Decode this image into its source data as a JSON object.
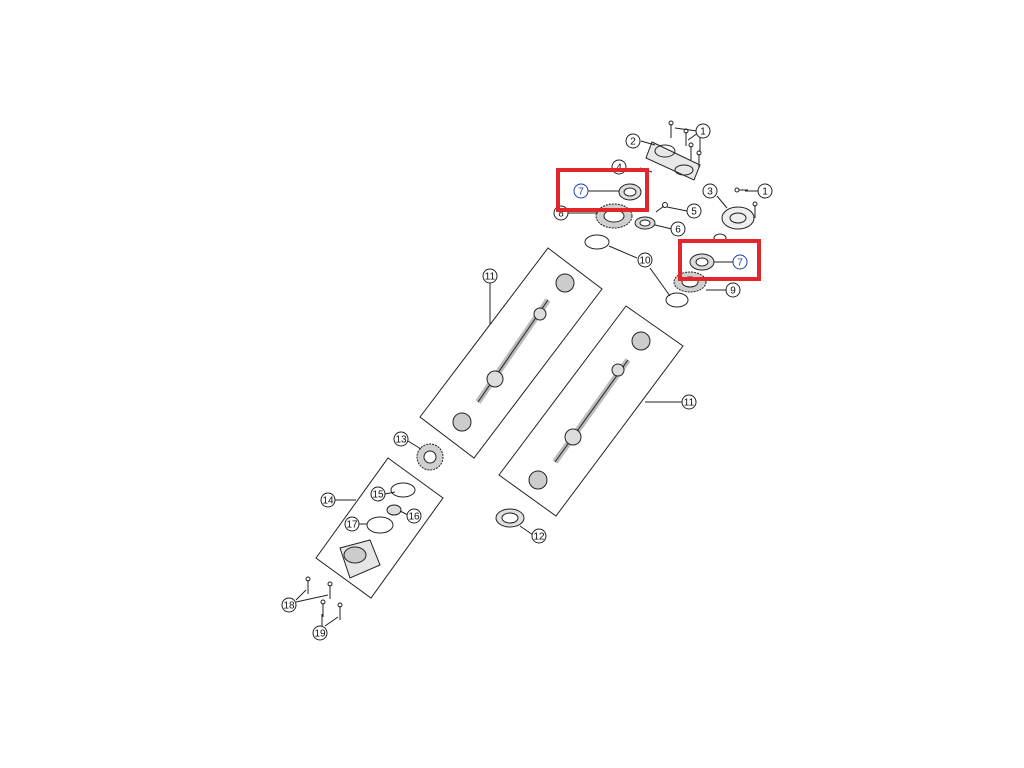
{
  "diagram": {
    "colors": {
      "line": "#222222",
      "highlight": "#e3262c",
      "highlight_callout": "#1f3ea8",
      "background": "#ffffff"
    },
    "callouts": [
      {
        "id": "c1a",
        "label": "1"
      },
      {
        "id": "c2",
        "label": "2"
      },
      {
        "id": "c4",
        "label": "4"
      },
      {
        "id": "c7a",
        "label": "7",
        "highlighted": true
      },
      {
        "id": "c8",
        "label": "8"
      },
      {
        "id": "c3",
        "label": "3"
      },
      {
        "id": "c1b",
        "label": "1"
      },
      {
        "id": "c5",
        "label": "5"
      },
      {
        "id": "c6",
        "label": "6"
      },
      {
        "id": "c7b",
        "label": "7",
        "highlighted": true
      },
      {
        "id": "c10",
        "label": "10"
      },
      {
        "id": "c9",
        "label": "9"
      },
      {
        "id": "c11a",
        "label": "11"
      },
      {
        "id": "c11b",
        "label": "11"
      },
      {
        "id": "c13",
        "label": "13"
      },
      {
        "id": "c14",
        "label": "14"
      },
      {
        "id": "c15",
        "label": "15"
      },
      {
        "id": "c16",
        "label": "16"
      },
      {
        "id": "c17",
        "label": "17"
      },
      {
        "id": "c12",
        "label": "12"
      },
      {
        "id": "c18",
        "label": "18"
      },
      {
        "id": "c19",
        "label": "19"
      }
    ]
  }
}
